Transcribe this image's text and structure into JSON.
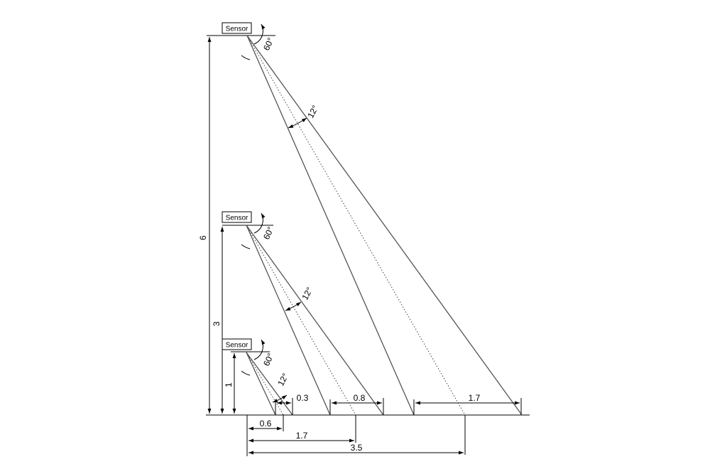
{
  "sensors": [
    {
      "label": "Sensor",
      "height": "6",
      "tilt_angle": "60°",
      "fov_angle": "12°",
      "footprint_width": "1.7",
      "offset": "3.5"
    },
    {
      "label": "Sensor",
      "height": "3",
      "tilt_angle": "60°",
      "fov_angle": "12°",
      "footprint_width": "0.8",
      "offset": "1.7"
    },
    {
      "label": "Sensor",
      "height": "1",
      "tilt_angle": "60°",
      "fov_angle": "12°",
      "footprint_width": "0.3",
      "offset": "0.6"
    }
  ]
}
